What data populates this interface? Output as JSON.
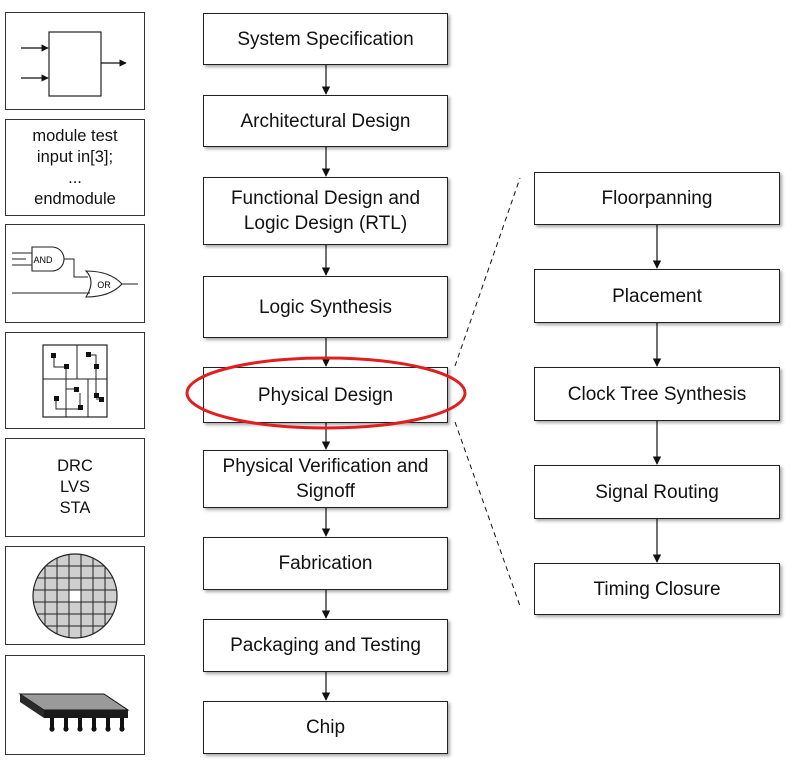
{
  "flow": {
    "system_specification": "System Specification",
    "architectural_design": "Architectural Design",
    "functional_design_line1": "Functional Design and",
    "functional_design_line2": "Logic Design (RTL)",
    "logic_synthesis": "Logic Synthesis",
    "physical_design": "Physical Design",
    "physical_verification_line1": "Physical Verification and",
    "physical_verification_line2": "Signoff",
    "fabrication": "Fabrication",
    "packaging_testing": "Packaging and Testing",
    "chip": "Chip"
  },
  "physical_design_steps": {
    "floorplanning": "Floorpanning",
    "placement": "Placement",
    "clock_tree_synthesis": "Clock Tree Synthesis",
    "signal_routing": "Signal Routing",
    "timing_closure": "Timing Closure"
  },
  "side_panels": {
    "verilog_line1": "module test",
    "verilog_line2": "input in[3];",
    "verilog_line3": "...",
    "verilog_line4": "endmodule",
    "gate_and": "AND",
    "gate_or": "OR",
    "verification_line1": "DRC",
    "verification_line2": "LVS",
    "verification_line3": "STA"
  },
  "colors": {
    "highlight": "#e02020",
    "border": "#222222"
  }
}
